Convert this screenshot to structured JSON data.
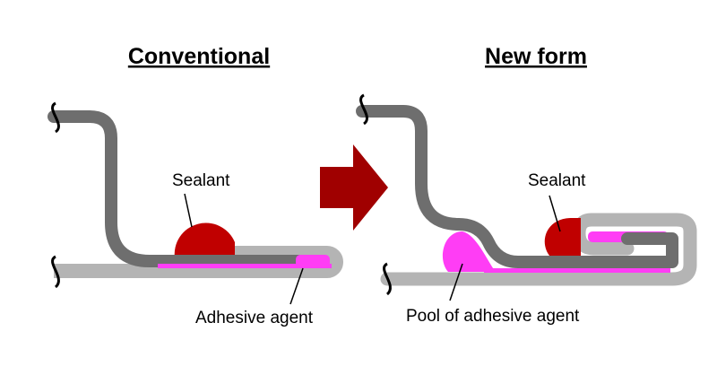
{
  "panels": {
    "conventional": {
      "title": "Conventional",
      "sealant_label": "Sealant",
      "adhesive_label": "Adhesive agent"
    },
    "new_form": {
      "title": "New form",
      "sealant_label": "Sealant",
      "adhesive_label": "Pool of adhesive agent"
    }
  },
  "colors": {
    "outer_panel": "#b4b4b4",
    "inner_panel": "#6e6e6e",
    "sealant": "#c00000",
    "adhesive": "#ff3df5",
    "arrow": "#a00000",
    "break_mark": "#000000"
  }
}
